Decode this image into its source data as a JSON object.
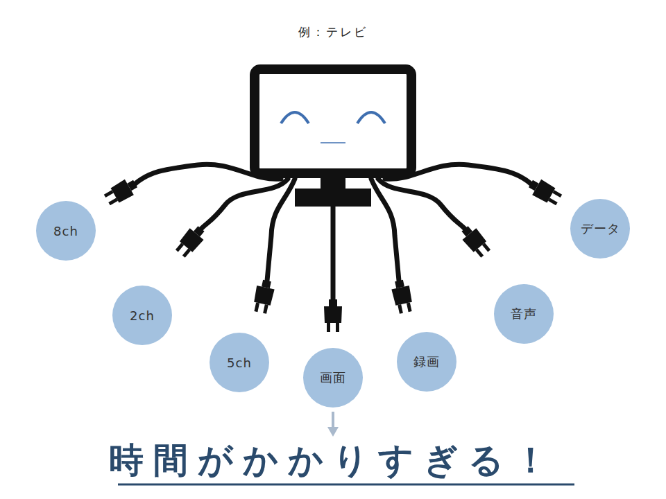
{
  "diagram": {
    "title": "例：テレビ",
    "caption": "時間がかかりすぎる！",
    "nodes": [
      {
        "text": [
          "8ch"
        ]
      },
      {
        "text": [
          "2ch"
        ]
      },
      {
        "text": [
          "5ch"
        ]
      },
      {
        "text": [
          "画面"
        ]
      },
      {
        "text": [
          "録画"
        ]
      },
      {
        "text": [
          "音声"
        ]
      },
      {
        "text": [
          "データ"
        ]
      }
    ]
  }
}
